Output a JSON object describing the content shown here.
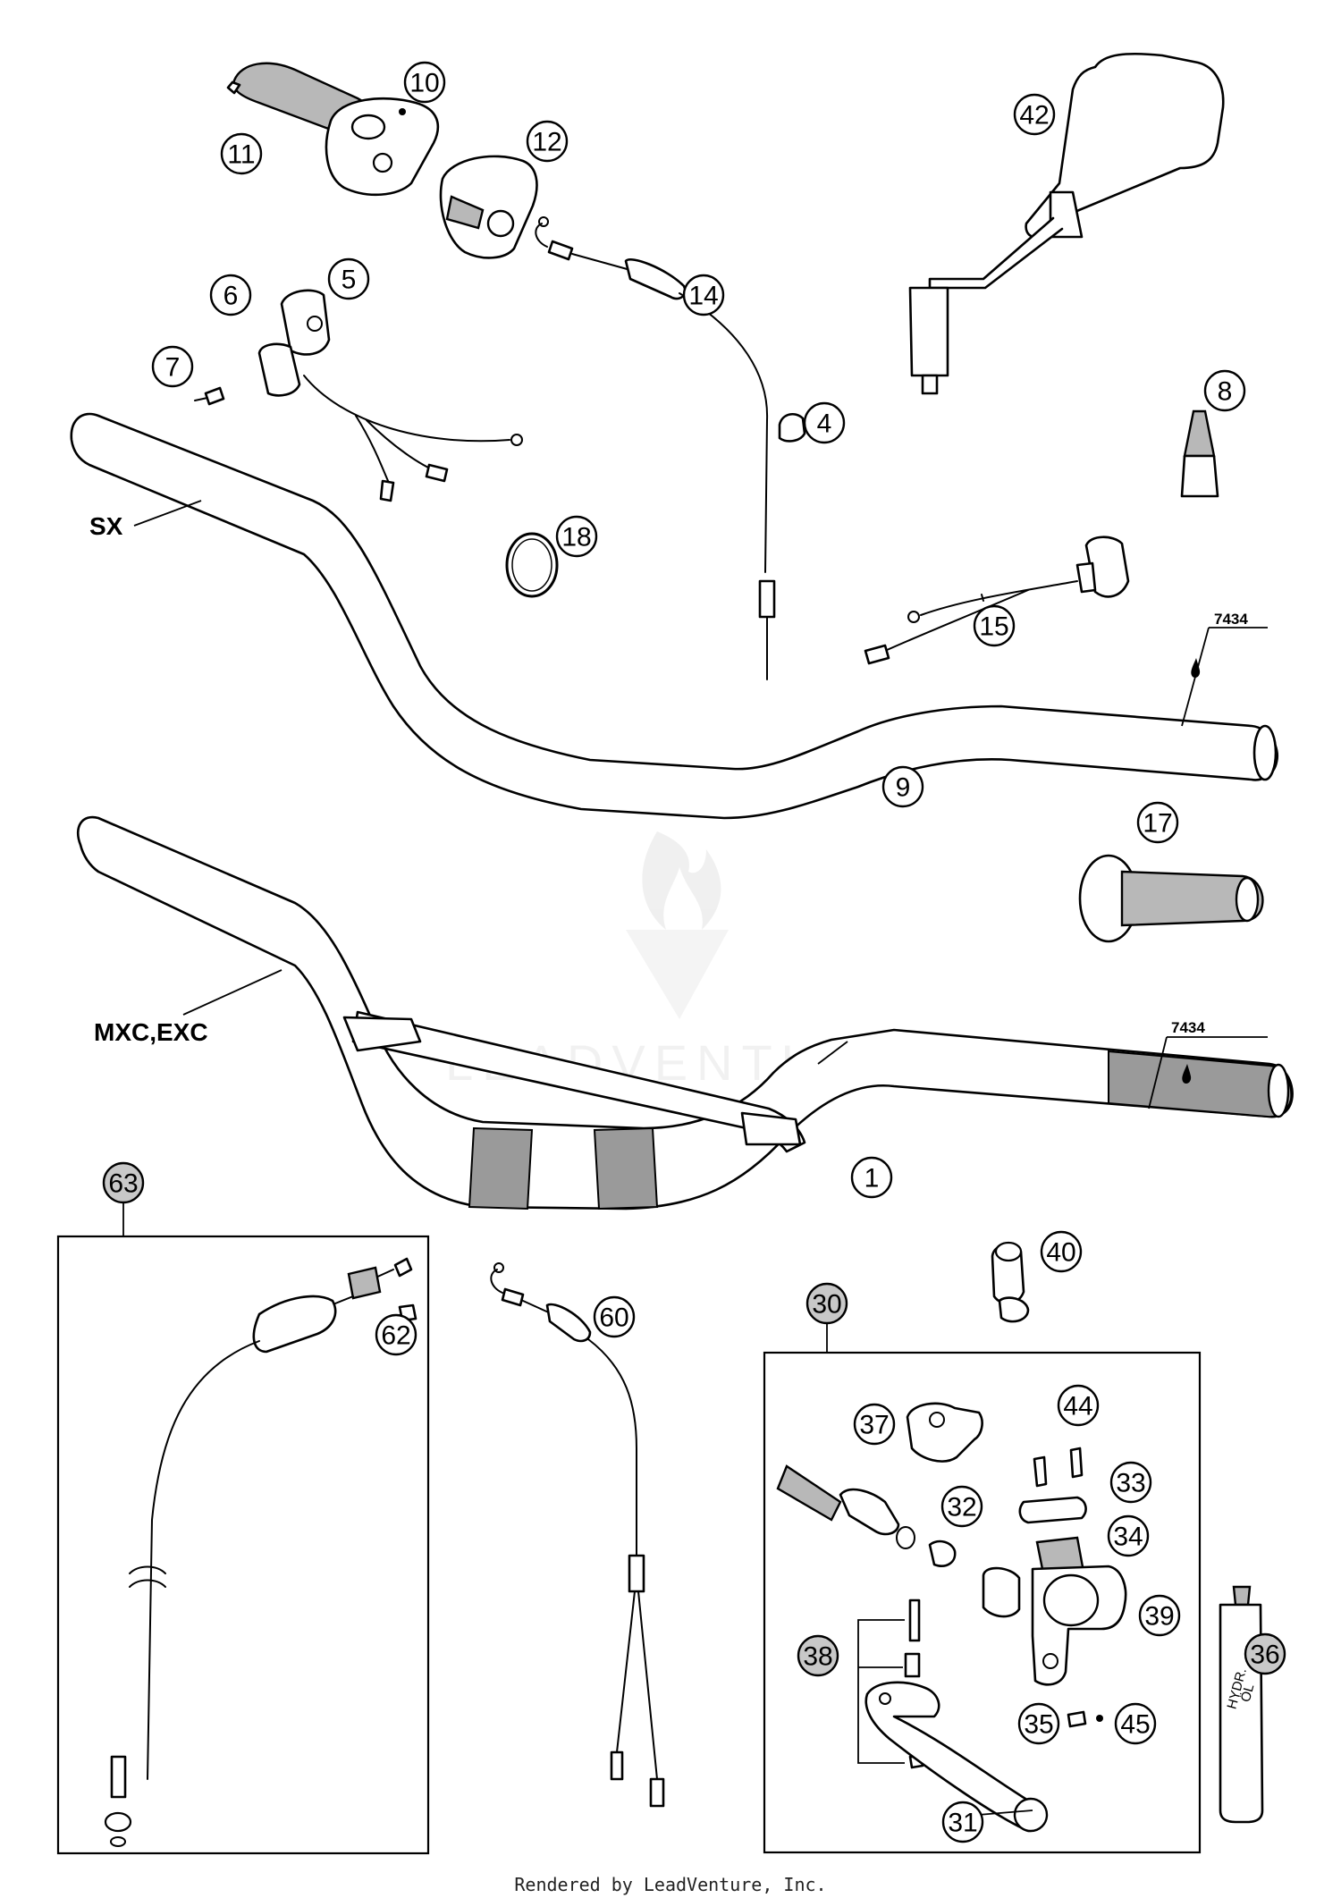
{
  "callouts": [
    {
      "id": "c10",
      "label": "10"
    },
    {
      "id": "c11",
      "label": "11"
    },
    {
      "id": "c12",
      "label": "12"
    },
    {
      "id": "c42",
      "label": "42"
    },
    {
      "id": "c5",
      "label": "5"
    },
    {
      "id": "c6",
      "label": "6"
    },
    {
      "id": "c7",
      "label": "7"
    },
    {
      "id": "c14",
      "label": "14"
    },
    {
      "id": "c4",
      "label": "4"
    },
    {
      "id": "c8",
      "label": "8"
    },
    {
      "id": "c18",
      "label": "18"
    },
    {
      "id": "c15",
      "label": "15"
    },
    {
      "id": "c9",
      "label": "9"
    },
    {
      "id": "c17",
      "label": "17"
    },
    {
      "id": "c1",
      "label": "1"
    },
    {
      "id": "c63",
      "label": "63"
    },
    {
      "id": "c62",
      "label": "62"
    },
    {
      "id": "c60",
      "label": "60"
    },
    {
      "id": "c30",
      "label": "30"
    },
    {
      "id": "c40",
      "label": "40"
    },
    {
      "id": "c37",
      "label": "37"
    },
    {
      "id": "c44",
      "label": "44"
    },
    {
      "id": "c33",
      "label": "33"
    },
    {
      "id": "c32",
      "label": "32"
    },
    {
      "id": "c34",
      "label": "34"
    },
    {
      "id": "c39",
      "label": "39"
    },
    {
      "id": "c38",
      "label": "38"
    },
    {
      "id": "c36",
      "label": "36"
    },
    {
      "id": "c35",
      "label": "35"
    },
    {
      "id": "c45",
      "label": "45"
    },
    {
      "id": "c31",
      "label": "31"
    }
  ],
  "labels": {
    "sx": "SX",
    "mxc_exc": "MXC,EXC",
    "code_upper": "7434",
    "code_lower": "7434",
    "bottle_text_1": "HYDR.",
    "bottle_text_2": "ÖL"
  },
  "watermark": "LEADVENTURE",
  "footer": "Rendered by LeadVenture, Inc."
}
